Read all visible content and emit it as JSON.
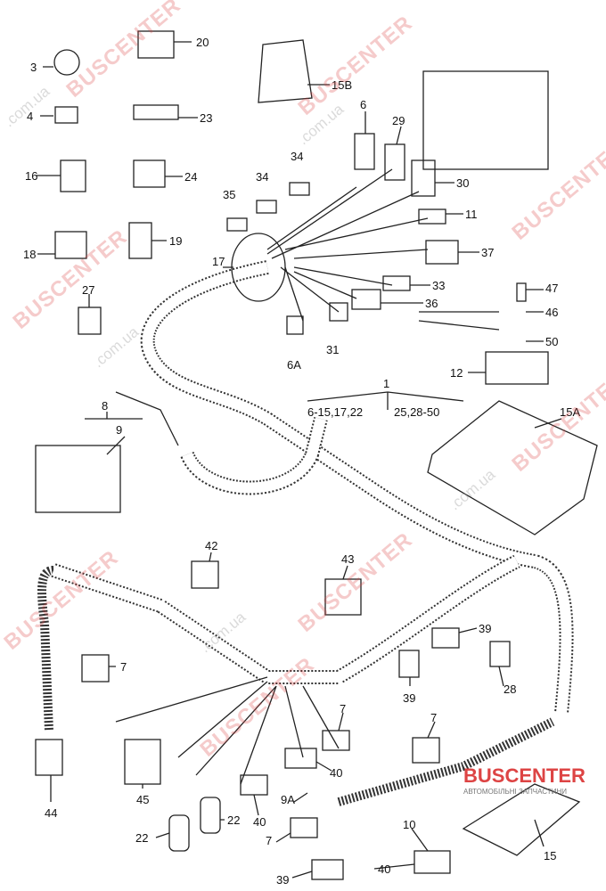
{
  "diagram": {
    "labels": [
      "3",
      "20",
      "15B",
      "4",
      "23",
      "6",
      "29",
      "16",
      "24",
      "34",
      "34",
      "30",
      "35",
      "11",
      "18",
      "19",
      "17",
      "37",
      "27",
      "33",
      "47",
      "36",
      "46",
      "6A",
      "31",
      "50",
      "12",
      "1",
      "6-15,17,22",
      "25,28-50",
      "8",
      "15A",
      "9",
      "42",
      "43",
      "39",
      "7",
      "28",
      "39",
      "7",
      "7",
      "44",
      "45",
      "40",
      "9A",
      "40",
      "22",
      "22",
      "7",
      "10",
      "15",
      "39",
      "40"
    ]
  },
  "watermark": {
    "brand": "BUSCENTER",
    "domain": ".com.ua",
    "tagline": "АВТОМОБІЛЬНІ ЗАПЧАСТИНИ"
  },
  "colors": {
    "line": "#222222",
    "watermark": "#dd4444"
  }
}
